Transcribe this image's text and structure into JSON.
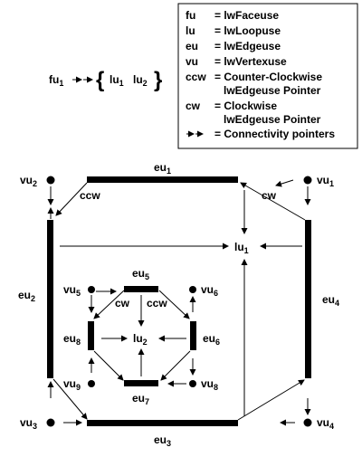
{
  "legend": {
    "entries": [
      {
        "key": "fu",
        "value": "= lwFaceuse"
      },
      {
        "key": "lu",
        "value": "= lwLoopuse"
      },
      {
        "key": "eu",
        "value": "= lwEdgeuse"
      },
      {
        "key": "vu",
        "value": "= lwVertexuse"
      },
      {
        "key": "ccw",
        "value": "= Counter-Clockwise",
        "value2": "lwEdgeuse Pointer"
      },
      {
        "key": "cw",
        "value": "= Clockwise",
        "value2": "lwEdgeuse Pointer"
      },
      {
        "key": "",
        "value": "= Connectivity pointers"
      }
    ]
  },
  "faceuse_expr": {
    "fu": "fu",
    "fu_sub": "1",
    "lu_a": "lu",
    "lu_a_sub": "1",
    "lu_b": "lu",
    "lu_b_sub": "2"
  },
  "outer_loop": {
    "loop_label": "lu",
    "loop_sub": "1",
    "edges": {
      "top": {
        "t": "eu",
        "s": "1"
      },
      "left": {
        "t": "eu",
        "s": "2"
      },
      "bottom": {
        "t": "eu",
        "s": "3"
      },
      "right": {
        "t": "eu",
        "s": "4"
      }
    },
    "vertices": {
      "tr": {
        "t": "vu",
        "s": "1"
      },
      "tl": {
        "t": "vu",
        "s": "2"
      },
      "bl": {
        "t": "vu",
        "s": "3"
      },
      "br": {
        "t": "vu",
        "s": "4"
      }
    },
    "ccw_label": "ccw",
    "cw_label": "cw"
  },
  "inner_loop": {
    "loop_label": "lu",
    "loop_sub": "2",
    "edges": {
      "top": {
        "t": "eu",
        "s": "5"
      },
      "right": {
        "t": "eu",
        "s": "6"
      },
      "bottom": {
        "t": "eu",
        "s": "7"
      },
      "left": {
        "t": "eu",
        "s": "8"
      }
    },
    "vertices": {
      "tl": {
        "t": "vu",
        "s": "5"
      },
      "tr": {
        "t": "vu",
        "s": "6"
      },
      "br": {
        "t": "vu",
        "s": "8"
      },
      "bl": {
        "t": "vu",
        "s": "9"
      }
    },
    "cw_label": "cw",
    "ccw_label": "ccw"
  }
}
